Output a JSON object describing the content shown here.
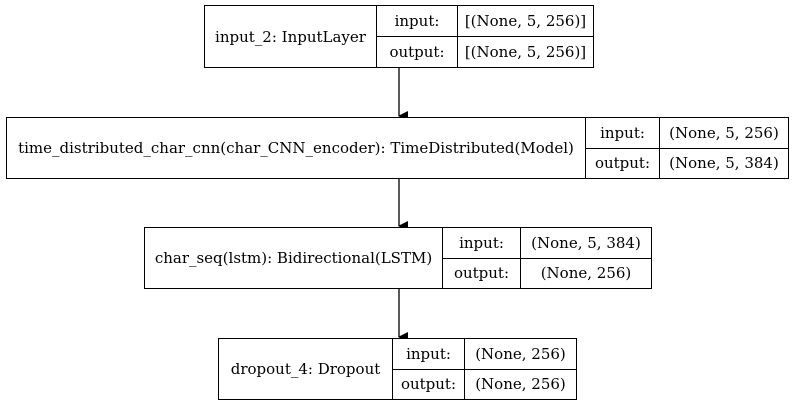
{
  "layers": [
    {
      "name": "input_2: InputLayer",
      "input_label": "input:",
      "input_value": "[(None, 5, 256)]",
      "output_label": "output:",
      "output_value": "[(None, 5, 256)]"
    },
    {
      "name": "time_distributed_char_cnn(char_CNN_encoder): TimeDistributed(Model)",
      "input_label": "input:",
      "input_value": "(None, 5, 256)",
      "output_label": "output:",
      "output_value": "(None, 5, 384)"
    },
    {
      "name": "char_seq(lstm): Bidirectional(LSTM)",
      "input_label": "input:",
      "input_value": "(None, 5, 384)",
      "output_label": "output:",
      "output_value": "(None, 256)"
    },
    {
      "name": "dropout_4: Dropout",
      "input_label": "input:",
      "input_value": "(None, 256)",
      "output_label": "output:",
      "output_value": "(None, 256)"
    }
  ]
}
